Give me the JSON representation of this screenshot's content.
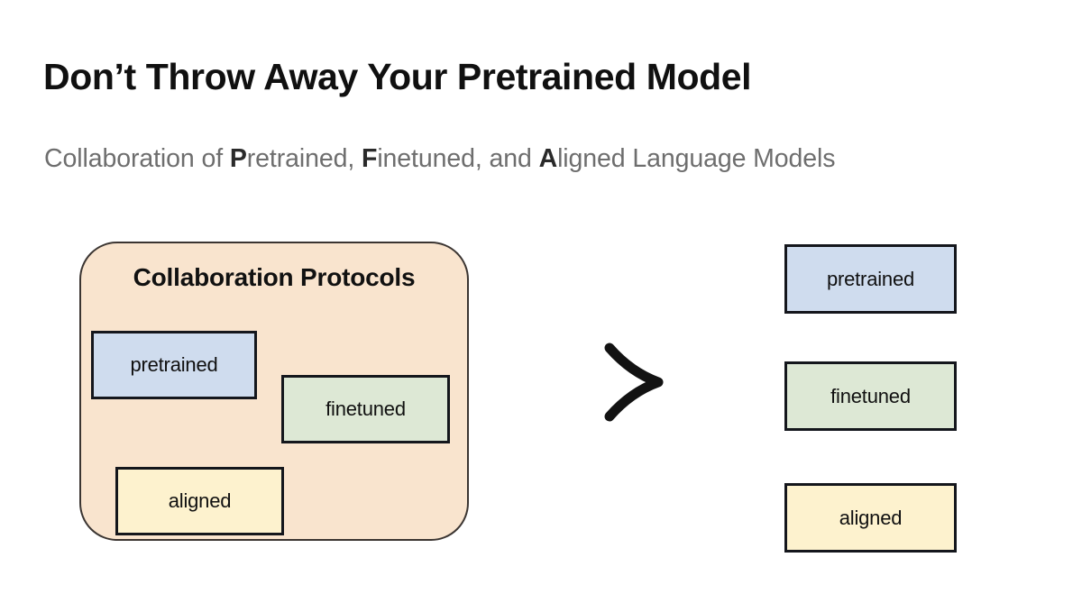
{
  "slide": {
    "background_color": "#ffffff",
    "title": "Don’t Throw Away Your Pretrained Model",
    "subtitle": {
      "segment_1": "Collaboration of ",
      "accent_1": "P",
      "segment_2": "retrained, ",
      "accent_2": "F",
      "segment_3": "inetuned, and ",
      "accent_3": "A",
      "segment_4": "ligned Language Models",
      "full_text": "Collaboration of Pretrained, Finetuned, and Aligned Language Models",
      "color": "#6e6e6e",
      "accent_color": "#2a2a2a"
    }
  },
  "diagram": {
    "comparison_symbol": "greater-than",
    "collaboration_group": {
      "label": "Collaboration Protocols",
      "background_color": "#f9e4ce",
      "border_color": "#3b3532",
      "boxes": [
        {
          "label": "pretrained",
          "fill": "#cfdcee"
        },
        {
          "label": "finetuned",
          "fill": "#dde8d5"
        },
        {
          "label": "aligned",
          "fill": "#fdf2ce"
        }
      ]
    },
    "standalone_group": {
      "boxes": [
        {
          "label": "pretrained",
          "fill": "#cfdcee"
        },
        {
          "label": "finetuned",
          "fill": "#dde8d5"
        },
        {
          "label": "aligned",
          "fill": "#fdf2ce"
        }
      ]
    }
  }
}
